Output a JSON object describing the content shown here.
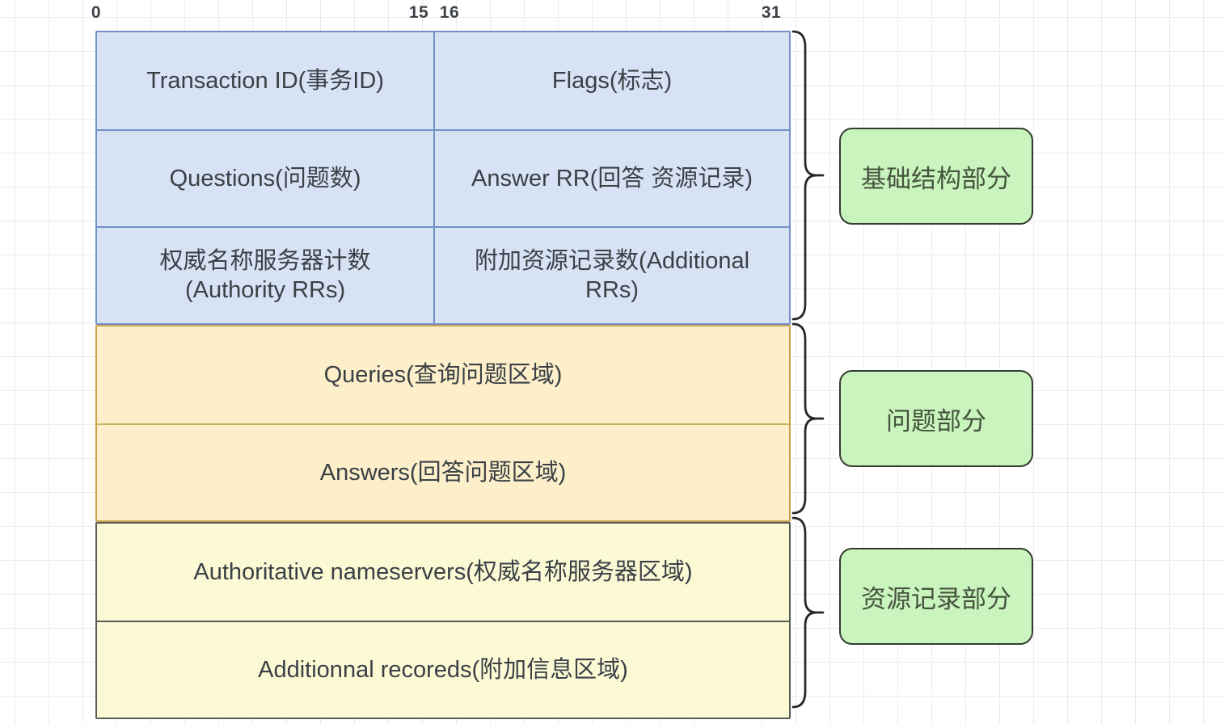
{
  "ruler": {
    "start": "0",
    "mid_left": "15",
    "mid_right": "16",
    "end": "31"
  },
  "base_section": {
    "label": "基础结构部分",
    "rows": [
      {
        "left": "Transaction ID(事务ID)",
        "right": "Flags(标志)"
      },
      {
        "left": "Questions(问题数)",
        "right": "Answer RR(回答 资源记录)"
      },
      {
        "left": "权威名称服务器计数 (Authority RRs)",
        "right": "附加资源记录数(Additional RRs)"
      }
    ]
  },
  "question_section": {
    "label": "问题部分",
    "rows": [
      "Queries(查询问题区域)",
      "Answers(回答问题区域)"
    ]
  },
  "resource_section": {
    "label": "资源记录部分",
    "rows": [
      "Authoritative nameservers(权威名称服务器区域)",
      "Additionnal recoreds(附加信息区域)"
    ]
  },
  "colors": {
    "base_fill": "#d7e3f5",
    "base_border": "#7191c7",
    "question_fill": "#fcefca",
    "question_border": "#c9a24b",
    "resource_fill": "#fbfad4",
    "resource_border": "#575d55",
    "label_fill": "#c9f4bd",
    "label_border": "#343c30",
    "brace_stroke": "#262626",
    "grid_line": "#ebebeb",
    "text": "#3a4046"
  }
}
